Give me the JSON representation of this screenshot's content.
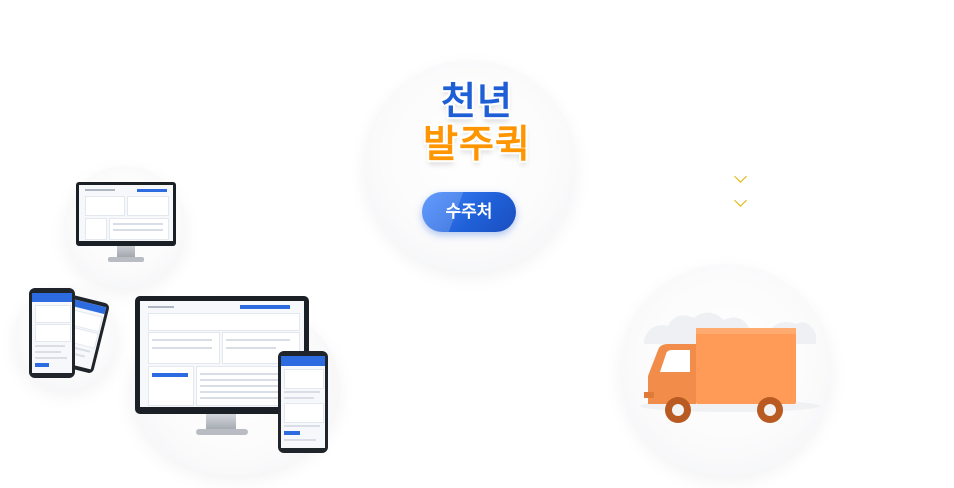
{
  "logo": {
    "line1": "천년",
    "line2": "발주퀵"
  },
  "role_button": {
    "label": "수주처"
  },
  "options_toggles": [
    {
      "icon": "chevron-down-icon"
    },
    {
      "icon": "chevron-down-icon"
    }
  ],
  "illustrations": {
    "devices": [
      "monitor",
      "phone",
      "tablet",
      "desktop-with-phone"
    ],
    "vehicle": "delivery-truck"
  },
  "colors": {
    "brand_blue": "#1f5fd6",
    "brand_orange": "#ff9500",
    "truck_body": "#ff9a57",
    "truck_cab": "#f28c4a",
    "chevron": "#e0b400"
  }
}
